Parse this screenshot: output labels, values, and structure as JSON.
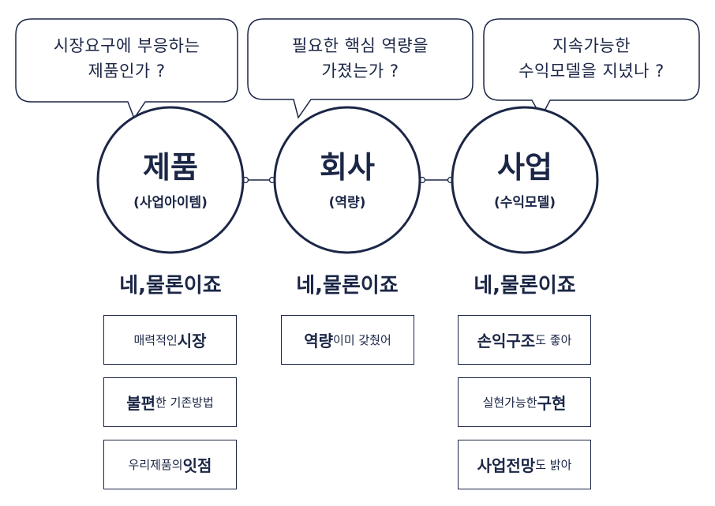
{
  "bubbles": [
    {
      "line1": "시장요구에 부응하는",
      "line2": "제품인가 ?"
    },
    {
      "line1": "필요한 핵심 역량을",
      "line2": "가졌는가 ?"
    },
    {
      "line1": "지속가능한",
      "line2": "수익모델을 지녔나 ?"
    }
  ],
  "circles": [
    {
      "title": "제품",
      "subtitle": "(사업아이템)"
    },
    {
      "title": "회사",
      "subtitle": "(역량)"
    },
    {
      "title": "사업",
      "subtitle": "(수익모델)"
    }
  ],
  "answers": [
    "네,물론이죠",
    "네,물론이죠",
    "네,물론이죠"
  ],
  "boxes": {
    "col1": [
      {
        "pre": "매력적인 ",
        "bold": "시장",
        "post": ""
      },
      {
        "pre": "",
        "bold": "불편",
        "post": "한 기존방법"
      },
      {
        "pre": "우리제품의 ",
        "bold": "잇점",
        "post": ""
      }
    ],
    "col2": [
      {
        "pre": "",
        "bold": "역량",
        "post": " 이미 갖췄어"
      }
    ],
    "col3": [
      {
        "pre": "",
        "bold": "손익구조",
        "post": "도 좋아"
      },
      {
        "pre": "실현가능한 ",
        "bold": "구현",
        "post": ""
      },
      {
        "pre": "",
        "bold": "사업전망",
        "post": "도 밝아"
      }
    ]
  },
  "colors": {
    "navy": "#1b2646",
    "background": "#ffffff"
  }
}
